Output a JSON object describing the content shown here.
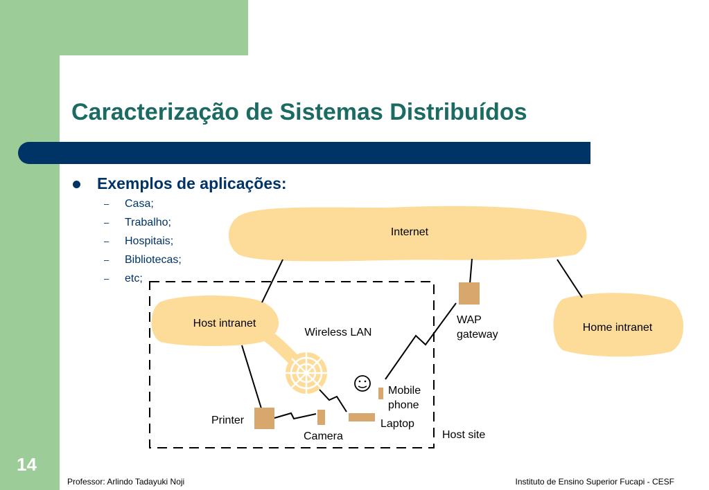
{
  "slide": {
    "title": "Caracterização de Sistemas Distribuídos",
    "bullet": "Exemplos de aplicações:",
    "sub_items": [
      "Casa;",
      "Trabalho;",
      "Hospitais;",
      "Bibliotecas;",
      "etc;"
    ],
    "sub_marker": "–",
    "slide_number": "14"
  },
  "diagram": {
    "internet": "Internet",
    "host_intranet": "Host intranet",
    "home_intranet": "Home intranet",
    "wireless_lan": "Wireless LAN",
    "wap_line1": "WAP",
    "wap_line2": "gateway",
    "mobile_line1": "Mobile",
    "mobile_line2": "phone",
    "printer": "Printer",
    "camera": "Camera",
    "laptop": "Laptop",
    "host_site": "Host site"
  },
  "footer": {
    "left": "Professor: Arlindo Tadayuki Noji",
    "right": "Instituto de Ensino Superior Fucapi - CESF"
  },
  "colors": {
    "green": "#9ccc98",
    "navy": "#003366",
    "title": "#1b6b63",
    "cloud": "#fddc9a",
    "device": "#d8a76e"
  }
}
